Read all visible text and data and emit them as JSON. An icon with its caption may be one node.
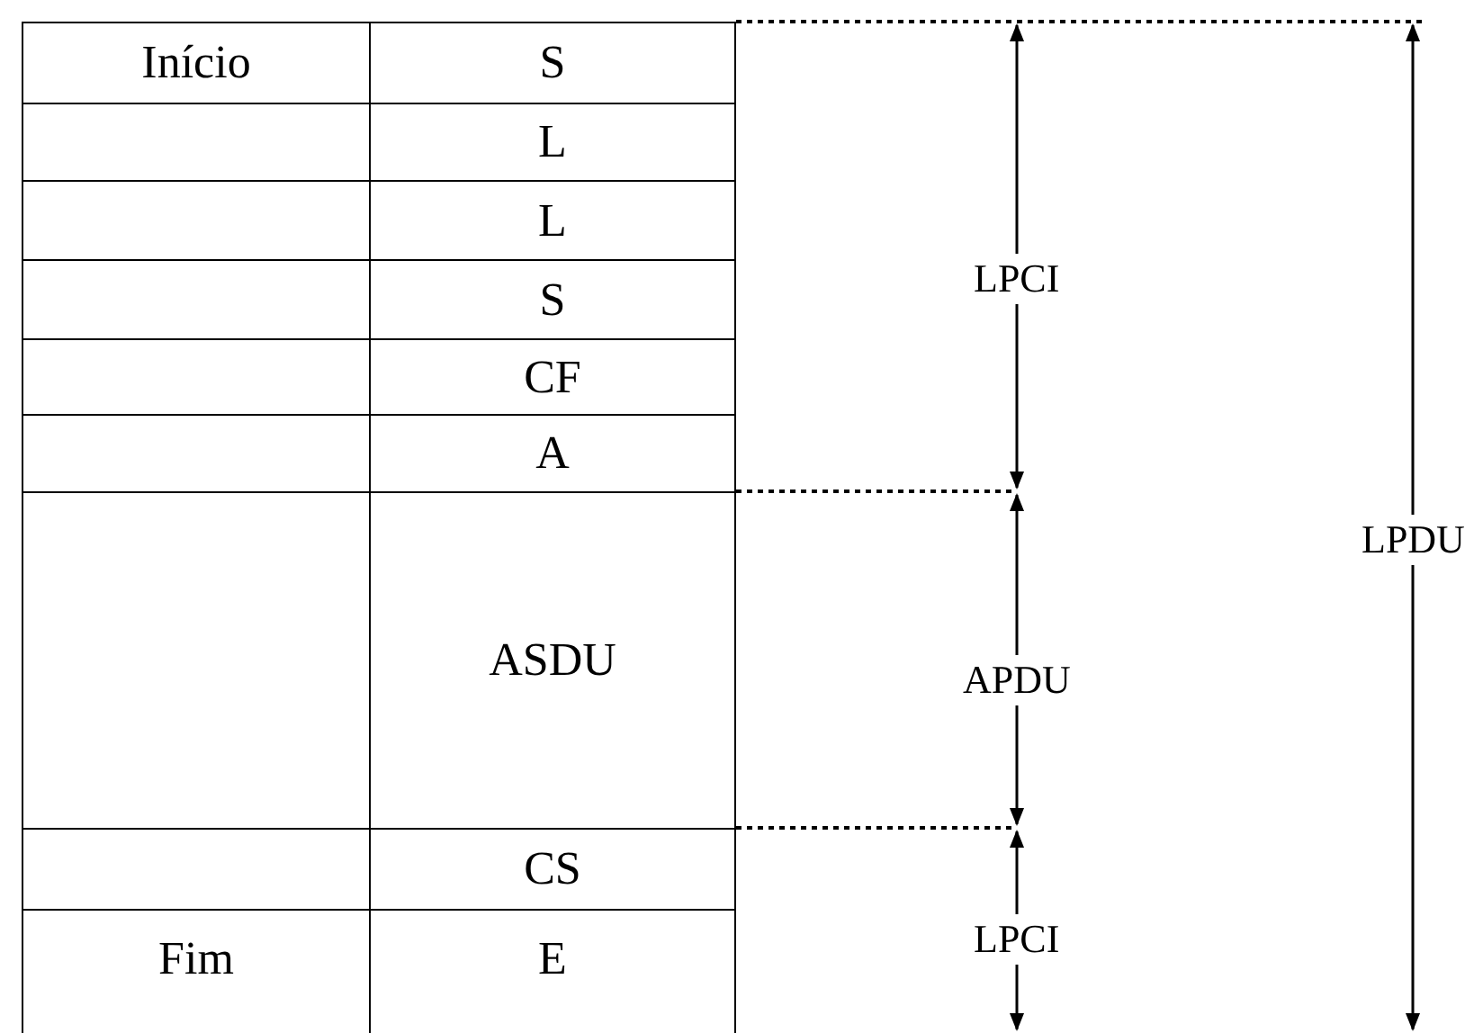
{
  "diagram": {
    "labels": [
      "Início",
      "S",
      "L",
      "L",
      "S",
      "CF",
      "A",
      "ASDU",
      "CS",
      "Fim",
      "E",
      "LPCI",
      "APDU",
      "LPCI",
      "LPDU"
    ]
  }
}
